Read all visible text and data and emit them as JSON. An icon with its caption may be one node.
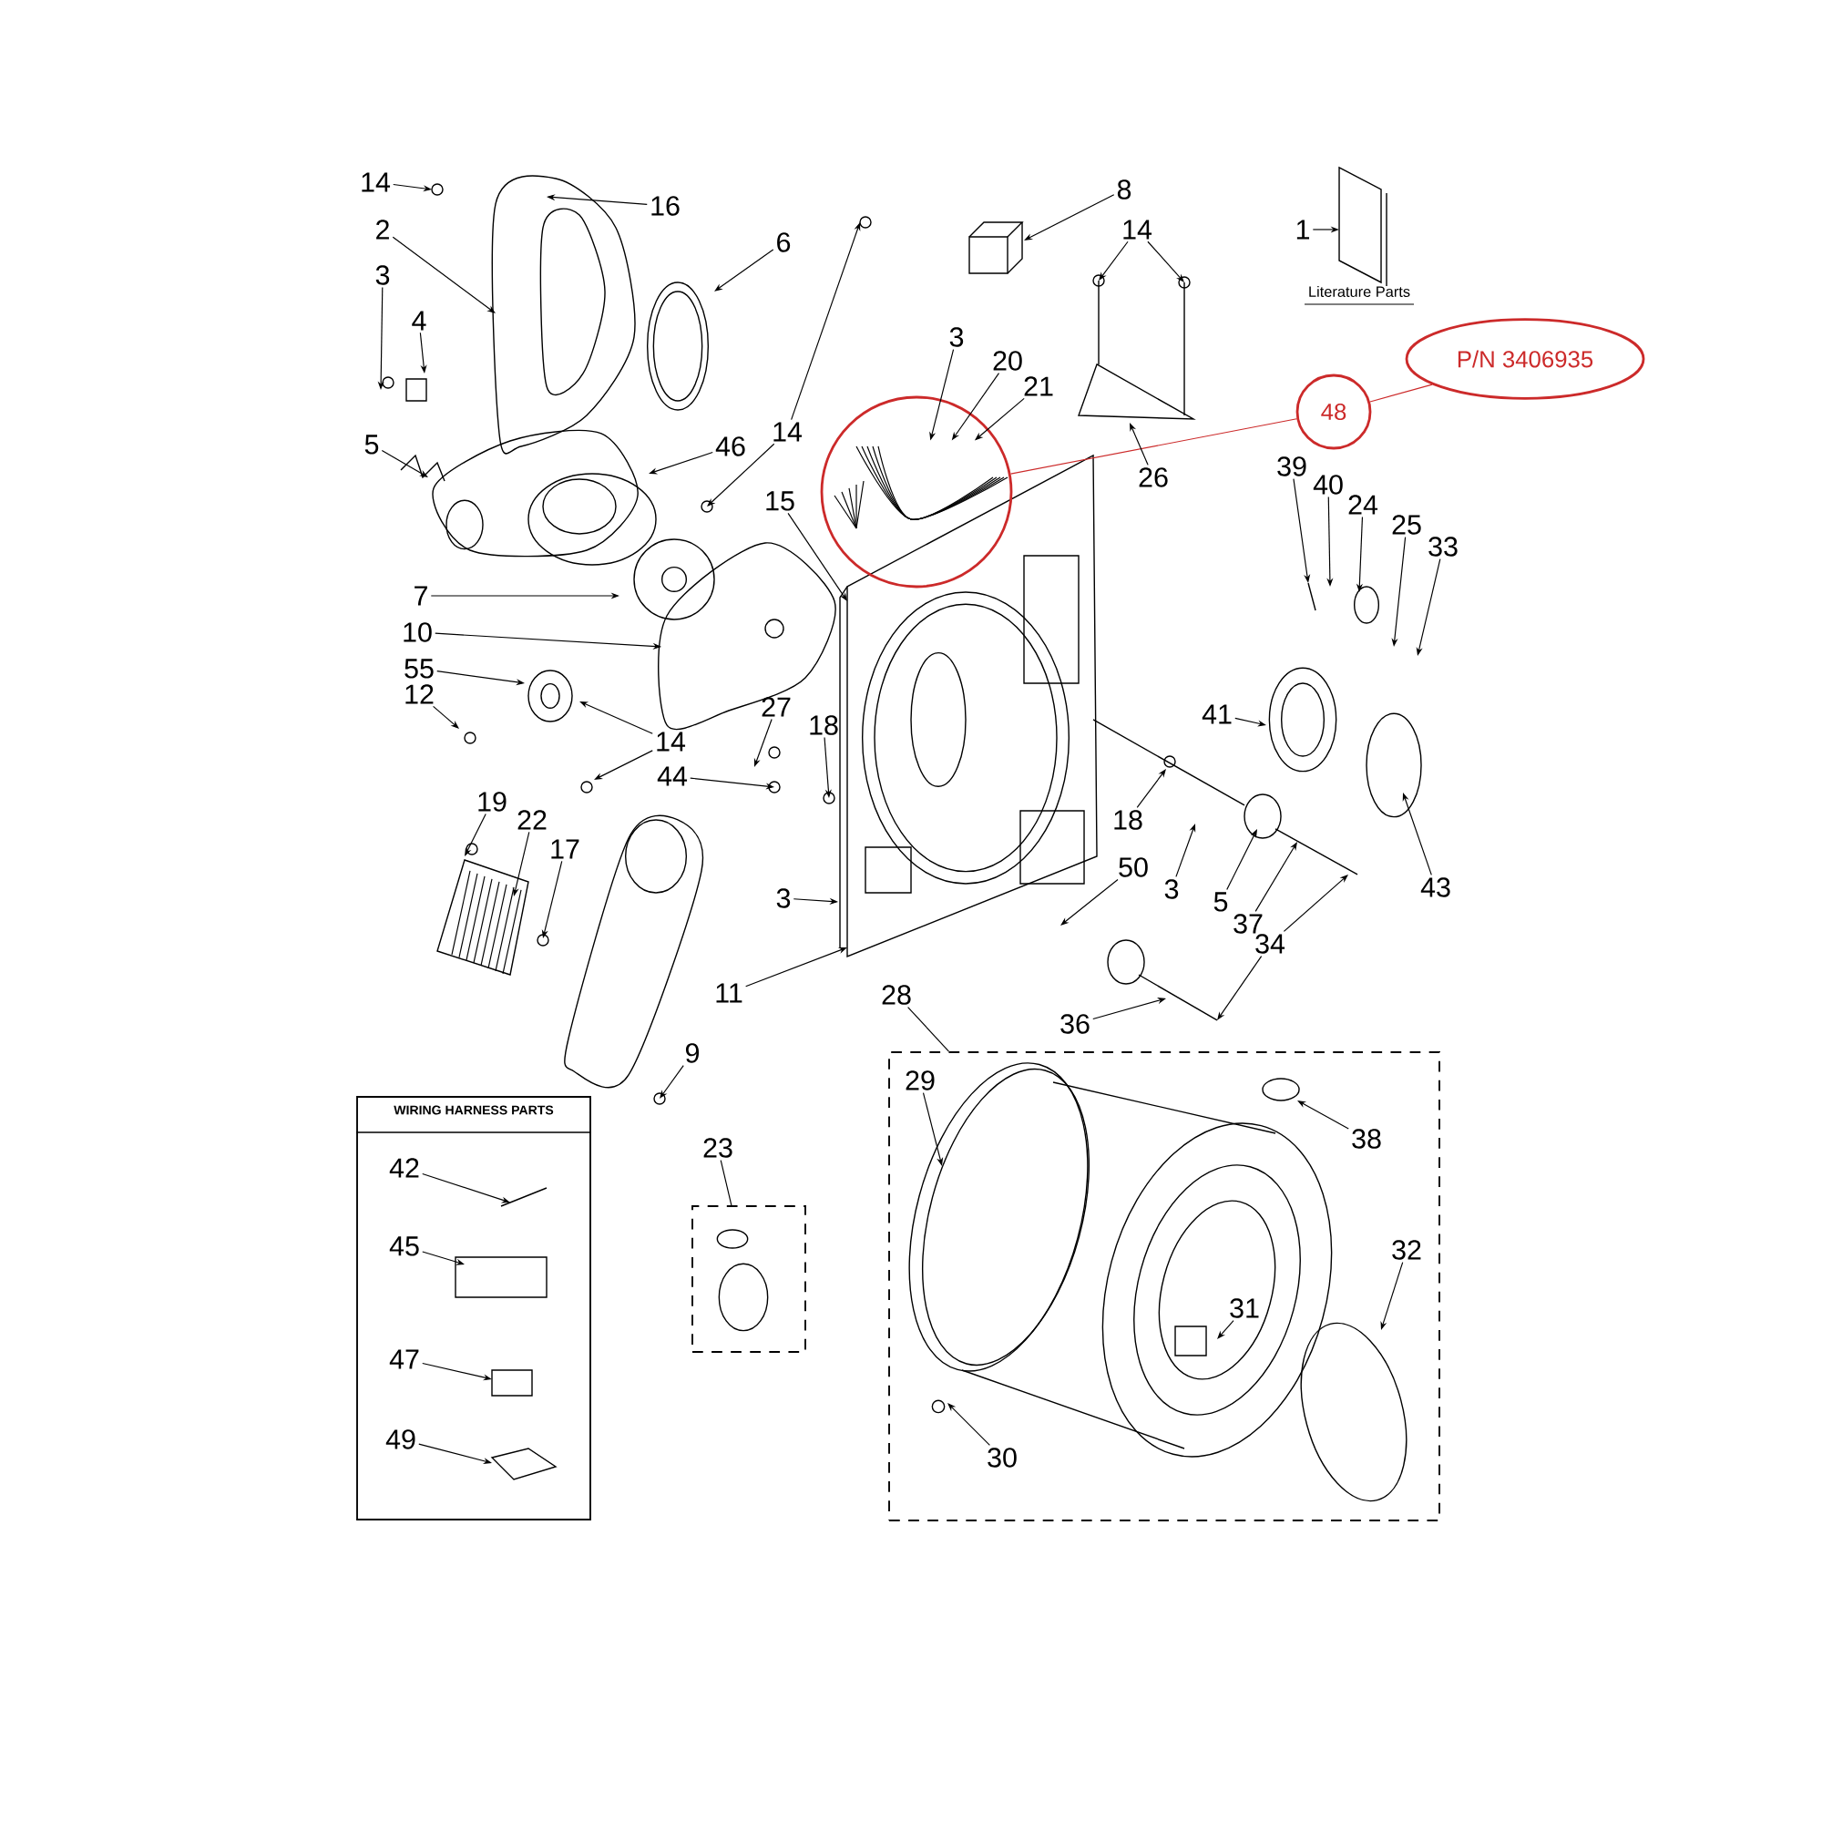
{
  "diagram": {
    "nodes": [
      {
        "text": [
          "14"
        ]
      },
      {
        "text": [
          "16"
        ]
      },
      {
        "text": [
          "2"
        ]
      },
      {
        "text": [
          "6"
        ]
      },
      {
        "text": [
          "3"
        ]
      },
      {
        "text": [
          "4"
        ]
      },
      {
        "text": [
          "5"
        ]
      },
      {
        "text": [
          "46"
        ]
      },
      {
        "text": [
          "14"
        ]
      },
      {
        "text": [
          "15"
        ]
      },
      {
        "text": [
          "7"
        ]
      },
      {
        "text": [
          "10"
        ]
      },
      {
        "text": [
          "55"
        ]
      },
      {
        "text": [
          "12"
        ]
      },
      {
        "text": [
          "14"
        ]
      },
      {
        "text": [
          "27"
        ]
      },
      {
        "text": [
          "18"
        ]
      },
      {
        "text": [
          "44"
        ]
      },
      {
        "text": [
          "19"
        ]
      },
      {
        "text": [
          "22"
        ]
      },
      {
        "text": [
          "17"
        ]
      },
      {
        "text": [
          "3"
        ]
      },
      {
        "text": [
          "11"
        ]
      },
      {
        "text": [
          "9"
        ]
      },
      {
        "text": [
          "23"
        ]
      },
      {
        "text": [],
        "shape": "box"
      },
      {
        "text": [
          "WIRING HARNESS PARTS"
        ]
      },
      {
        "text": [
          "42"
        ],
        "in": 26
      },
      {
        "text": [
          "45"
        ],
        "in": 26
      },
      {
        "text": [
          "47"
        ],
        "in": 26
      },
      {
        "text": [
          "49"
        ],
        "in": 26
      },
      {
        "text": [
          "8"
        ]
      },
      {
        "text": [
          "14"
        ]
      },
      {
        "text": [
          "1"
        ]
      },
      {
        "text": [
          "3"
        ]
      },
      {
        "text": [
          "20"
        ]
      },
      {
        "text": [
          "21"
        ]
      },
      {
        "text": [],
        "shape": "circle"
      },
      {
        "text": [
          "48"
        ]
      },
      {
        "text": [
          "P/N 3406935"
        ]
      },
      {
        "text": [
          "26"
        ]
      },
      {
        "text": [
          "39"
        ]
      },
      {
        "text": [
          "40"
        ]
      },
      {
        "text": [
          "24"
        ]
      },
      {
        "text": [
          "25"
        ]
      },
      {
        "text": [
          "33"
        ]
      },
      {
        "text": [
          "41"
        ]
      },
      {
        "text": [
          "18"
        ]
      },
      {
        "text": [
          "50"
        ]
      },
      {
        "text": [
          "3"
        ]
      },
      {
        "text": [
          "5"
        ]
      },
      {
        "text": [
          "37"
        ]
      },
      {
        "text": [
          "34"
        ]
      },
      {
        "text": [
          "43"
        ]
      },
      {
        "text": [
          "36"
        ]
      },
      {
        "text": [
          "28"
        ]
      },
      {
        "text": [],
        "shape": "box"
      },
      {
        "text": [
          "29"
        ],
        "in": 56
      },
      {
        "text": [
          "38"
        ],
        "in": 56
      },
      {
        "text": [
          "32"
        ],
        "in": 56
      },
      {
        "text": [
          "31"
        ],
        "in": 56
      },
      {
        "text": [
          "30"
        ],
        "in": 56
      },
      {
        "text": [],
        "shape": "picture",
        "in": 37
      }
    ],
    "edges": [
      {
        "from": 0,
        "to": null,
        "arrow": "to"
      },
      {
        "from": 1,
        "to": null,
        "arrow": "to"
      },
      {
        "from": 2,
        "to": null,
        "arrow": "to"
      },
      {
        "from": 3,
        "to": null,
        "arrow": "to"
      },
      {
        "from": 4,
        "to": null,
        "arrow": "to"
      },
      {
        "from": 5,
        "to": null,
        "arrow": "to"
      },
      {
        "from": 6,
        "to": null,
        "arrow": "to"
      },
      {
        "from": 7,
        "to": null,
        "arrow": "to"
      },
      {
        "from": 8,
        "to": null,
        "arrow": "to"
      },
      {
        "from": 8,
        "to": null,
        "arrow": "to"
      },
      {
        "from": 9,
        "to": null,
        "arrow": "to"
      },
      {
        "from": 10,
        "to": null,
        "arrow": "to"
      },
      {
        "from": 11,
        "to": null,
        "arrow": "to"
      },
      {
        "from": 12,
        "to": null,
        "arrow": "to"
      },
      {
        "from": 13,
        "to": null,
        "arrow": "to"
      },
      {
        "from": 14,
        "to": null,
        "arrow": "to"
      },
      {
        "from": 14,
        "to": null,
        "arrow": "to"
      },
      {
        "from": 15,
        "to": null,
        "arrow": "to"
      },
      {
        "from": 16,
        "to": null,
        "arrow": "to"
      },
      {
        "from": 17,
        "to": null,
        "arrow": "to"
      },
      {
        "from": 18,
        "to": null,
        "arrow": "to"
      },
      {
        "from": 19,
        "to": null,
        "arrow": "to"
      },
      {
        "from": 20,
        "to": null,
        "arrow": "to"
      },
      {
        "from": 21,
        "to": null,
        "arrow": "to"
      },
      {
        "from": 22,
        "to": null,
        "arrow": "to"
      },
      {
        "from": 23,
        "to": null,
        "arrow": "to"
      },
      {
        "from": 24,
        "to": 25,
        "arrow": "none"
      },
      {
        "from": 27,
        "to": null,
        "arrow": "to"
      },
      {
        "from": 28,
        "to": null,
        "arrow": "to"
      },
      {
        "from": 29,
        "to": null,
        "arrow": "to"
      },
      {
        "from": 30,
        "to": null,
        "arrow": "to"
      },
      {
        "from": 31,
        "to": null,
        "arrow": "to"
      },
      {
        "from": 32,
        "to": null,
        "arrow": "to"
      },
      {
        "from": 32,
        "to": null,
        "arrow": "to"
      },
      {
        "from": 33,
        "to": null,
        "arrow": "to"
      },
      {
        "from": 34,
        "to": 62,
        "arrow": "to"
      },
      {
        "from": 35,
        "to": 62,
        "arrow": "to"
      },
      {
        "from": 36,
        "to": 62,
        "arrow": "to"
      },
      {
        "from": 38,
        "to": 39,
        "arrow": "none",
        "color": "#cc2a2a"
      },
      {
        "from": 38,
        "to": 37,
        "arrow": "none",
        "color": "#cc2a2a"
      },
      {
        "from": 40,
        "to": null,
        "arrow": "to"
      },
      {
        "from": 41,
        "to": null,
        "arrow": "to"
      },
      {
        "from": 42,
        "to": null,
        "arrow": "to"
      },
      {
        "from": 43,
        "to": null,
        "arrow": "to"
      },
      {
        "from": 44,
        "to": null,
        "arrow": "to"
      },
      {
        "from": 45,
        "to": null,
        "arrow": "to"
      },
      {
        "from": 46,
        "to": null,
        "arrow": "to"
      },
      {
        "from": 47,
        "to": null,
        "arrow": "to"
      },
      {
        "from": 48,
        "to": null,
        "arrow": "to"
      },
      {
        "from": 49,
        "to": null,
        "arrow": "to"
      },
      {
        "from": 50,
        "to": null,
        "arrow": "to"
      },
      {
        "from": 51,
        "to": null,
        "arrow": "to"
      },
      {
        "from": 52,
        "to": null,
        "arrow": "to"
      },
      {
        "from": 52,
        "to": null,
        "arrow": "to"
      },
      {
        "from": 53,
        "to": null,
        "arrow": "to"
      },
      {
        "from": 54,
        "to": null,
        "arrow": "to"
      },
      {
        "from": 55,
        "to": 56,
        "arrow": "none"
      },
      {
        "from": 57,
        "to": null,
        "arrow": "to"
      },
      {
        "from": 58,
        "to": null,
        "arrow": "to"
      },
      {
        "from": 59,
        "to": null,
        "arrow": "to"
      },
      {
        "from": 60,
        "to": null,
        "arrow": "to"
      },
      {
        "from": 61,
        "to": null,
        "arrow": "to"
      }
    ],
    "labels": [
      "Literature Parts"
    ]
  }
}
